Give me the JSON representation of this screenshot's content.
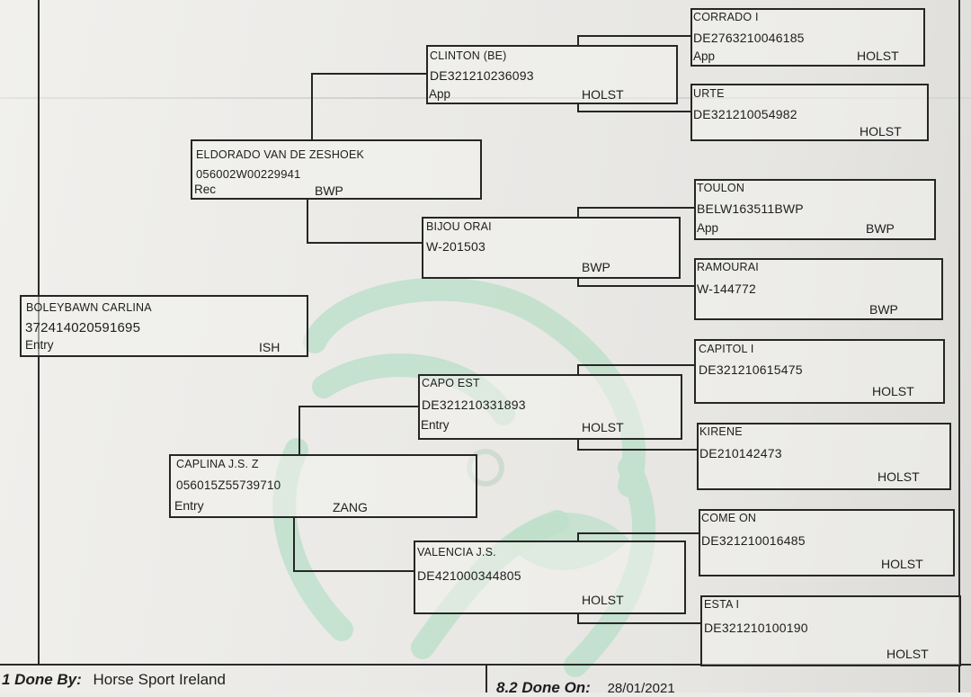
{
  "pedigree": {
    "horse": {
      "name": "BOLEYBAWN CARLINA",
      "reg": "372414020591695",
      "status": "Entry",
      "breed": "ISH"
    },
    "sire": {
      "name": "ELDORADO VAN DE ZESHOEK",
      "reg": "056002W00229941",
      "status": "Rec",
      "breed": "BWP"
    },
    "dam": {
      "name": "CAPLINA J.S. Z",
      "reg": "056015Z55739710",
      "status": "Entry",
      "breed": "ZANG"
    },
    "sire_sire": {
      "name": "CLINTON (BE)",
      "reg": "DE321210236093",
      "status": "App",
      "breed": "HOLST"
    },
    "sire_dam": {
      "name": "BIJOU ORAI",
      "reg": "W-201503",
      "status": "",
      "breed": "BWP"
    },
    "dam_sire": {
      "name": "CAPO EST",
      "reg": "DE321210331893",
      "status": "Entry",
      "breed": "HOLST"
    },
    "dam_dam": {
      "name": "VALENCIA J.S.",
      "reg": "DE421000344805",
      "status": "",
      "breed": "HOLST"
    },
    "ss_sire": {
      "name": "CORRADO I",
      "reg": "DE2763210046185",
      "status": "App",
      "breed": "HOLST"
    },
    "ss_dam": {
      "name": "URTE",
      "reg": "DE321210054982",
      "status": "",
      "breed": "HOLST"
    },
    "sd_sire": {
      "name": "TOULON",
      "reg": "BELW163511BWP",
      "status": "App",
      "breed": "BWP"
    },
    "sd_dam": {
      "name": "RAMOURAI",
      "reg": "W-144772",
      "status": "",
      "breed": "BWP"
    },
    "ds_sire": {
      "name": "CAPITOL I",
      "reg": "DE321210615475",
      "status": "",
      "breed": "HOLST"
    },
    "ds_dam": {
      "name": "KIRENE",
      "reg": "DE210142473",
      "status": "",
      "breed": "HOLST"
    },
    "dd_sire": {
      "name": "COME ON",
      "reg": "DE321210016485",
      "status": "",
      "breed": "HOLST"
    },
    "dd_dam": {
      "name": "ESTA I",
      "reg": "DE321210100190",
      "status": "",
      "breed": "HOLST"
    }
  },
  "footer": {
    "done_by_label": "1 Done By:",
    "done_by_value": "Horse Sport Ireland",
    "done_on_label": "8.2 Done On:",
    "done_on_value": "28/01/2021"
  },
  "colors": {
    "ink": "#262626",
    "paper": "#ecebe8",
    "watermark": "#bfe0cb"
  },
  "icons": {
    "watermark": "horse-head-watermark-icon"
  }
}
